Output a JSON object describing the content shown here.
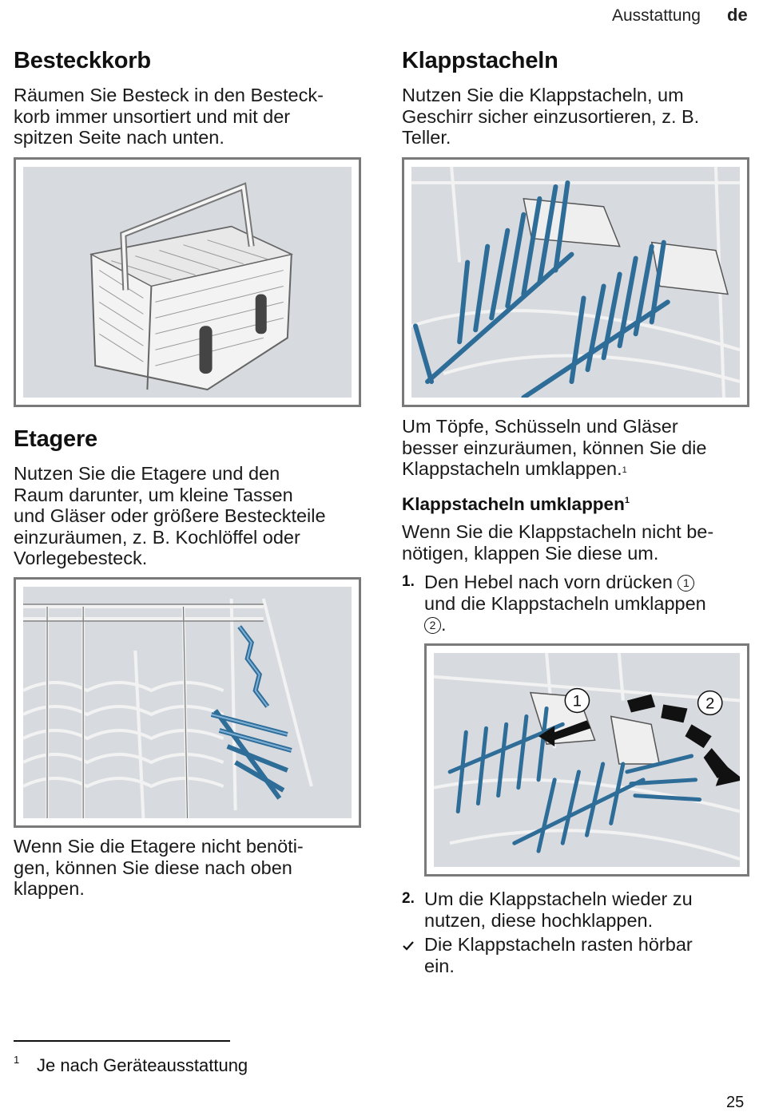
{
  "header": {
    "section": "Ausstattung",
    "lang": "de"
  },
  "left": {
    "cutlery": {
      "title": "Besteckkorb",
      "lines": [
        "Räumen Sie Besteck in den Besteck-",
        "korb immer unsortiert und mit der",
        "spitzen Seite nach unten."
      ]
    },
    "shelf": {
      "title": "Etagere",
      "lines": [
        "Nutzen Sie die Etagere und den",
        "Raum darunter, um kleine Tassen",
        "und Gläser oder größere Besteckteile",
        "einzuräumen, z. B. Kochlöffel oder",
        "Vorlegebesteck."
      ],
      "after_lines": [
        "Wenn Sie die Etagere nicht benöti-",
        "gen, können Sie diese nach oben",
        "klappen."
      ]
    }
  },
  "right": {
    "tines": {
      "title": "Klappstacheln",
      "lines": [
        "Nutzen Sie die Klappstacheln, um",
        "Geschirr sicher einzusortieren, z. B.",
        "Teller."
      ],
      "after_lines": [
        "Um Töpfe, Schüsseln und Gläser",
        "besser einzuräumen, können Sie die",
        "Klappstacheln umklappen."
      ],
      "after_sup": "1"
    },
    "fold": {
      "title": "Klappstacheln umklappen",
      "title_sup": "1",
      "lines": [
        "Wenn Sie die Klappstacheln nicht be-",
        "nötigen, klappen Sie diese um."
      ],
      "step1_num": "1.",
      "step1_line1": "Den Hebel nach vorn drücken",
      "step1_c1": "1",
      "step1_line2": "und die Klappstacheln umklappen",
      "step1_c2": "2",
      "step1_end": ".",
      "fig_label1": "1",
      "fig_label2": "2",
      "step2_num": "2.",
      "step2_lines": [
        "Um die Klappstacheln wieder zu",
        "nutzen, diese hochklappen."
      ],
      "result_icon": "checkmark-icon",
      "result_lines": [
        "Die Klappstacheln rasten hörbar",
        "ein."
      ]
    }
  },
  "footnote": {
    "mark": "1",
    "text": "Je nach Geräteausstattung"
  },
  "page_number": "25",
  "colors": {
    "illustration_bg": "#d7dbe0",
    "accent_blue": "#2f6d99",
    "frame": "#7a7a7a"
  }
}
